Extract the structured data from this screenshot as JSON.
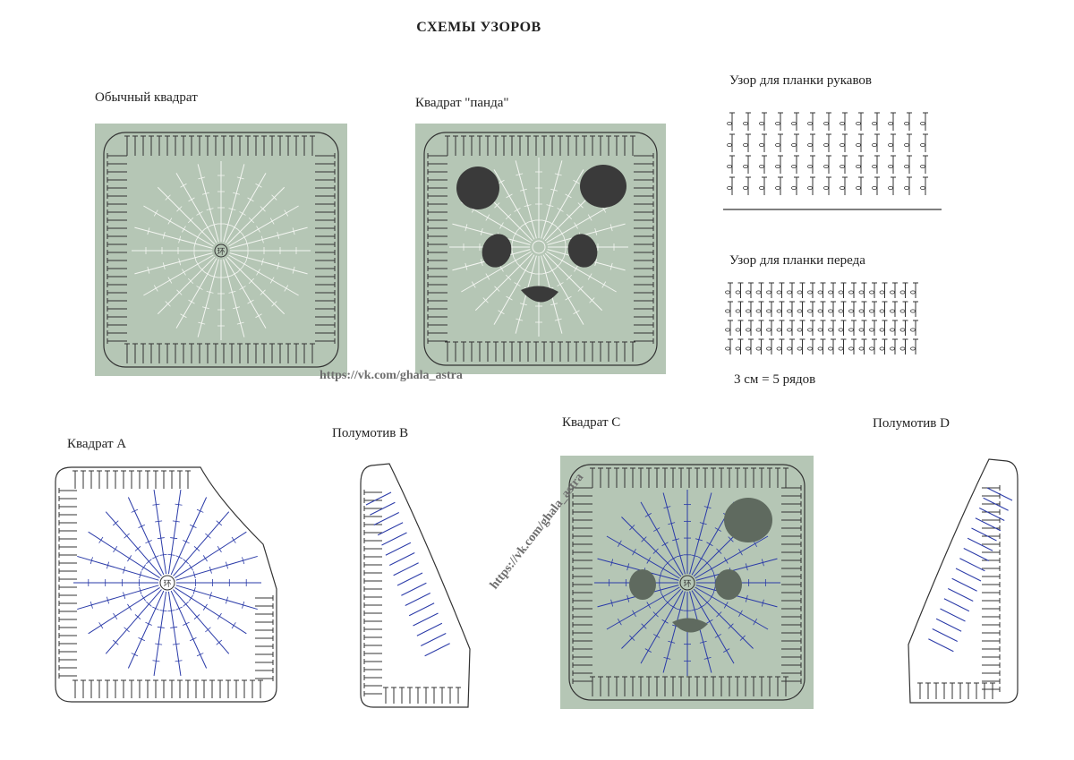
{
  "title": "СХЕМЫ УЗОРОВ",
  "labels": {
    "square_regular": "Обычный квадрат",
    "square_panda": "Квадрат \"панда\"",
    "sleeve_band": "Узор для планки рукавов",
    "front_band": "Узор для планки переда",
    "gauge": "3 см = 5 рядов",
    "square_a": "Квадрат А",
    "half_b": "Полумотив В",
    "square_c": "Квадрат С",
    "half_d": "Полумотив D"
  },
  "watermark": "https://vk.com/ghala_astra",
  "center_mark": "环",
  "colors": {
    "panel_bg": "#b5c6b5",
    "stitch_dark": "#333333",
    "stitch_light": "#f4f6f2",
    "stitch_blue": "#2a3aa8",
    "panda_patch": "#3a3a3a",
    "panda_patch_c": "#5f6a5f"
  }
}
